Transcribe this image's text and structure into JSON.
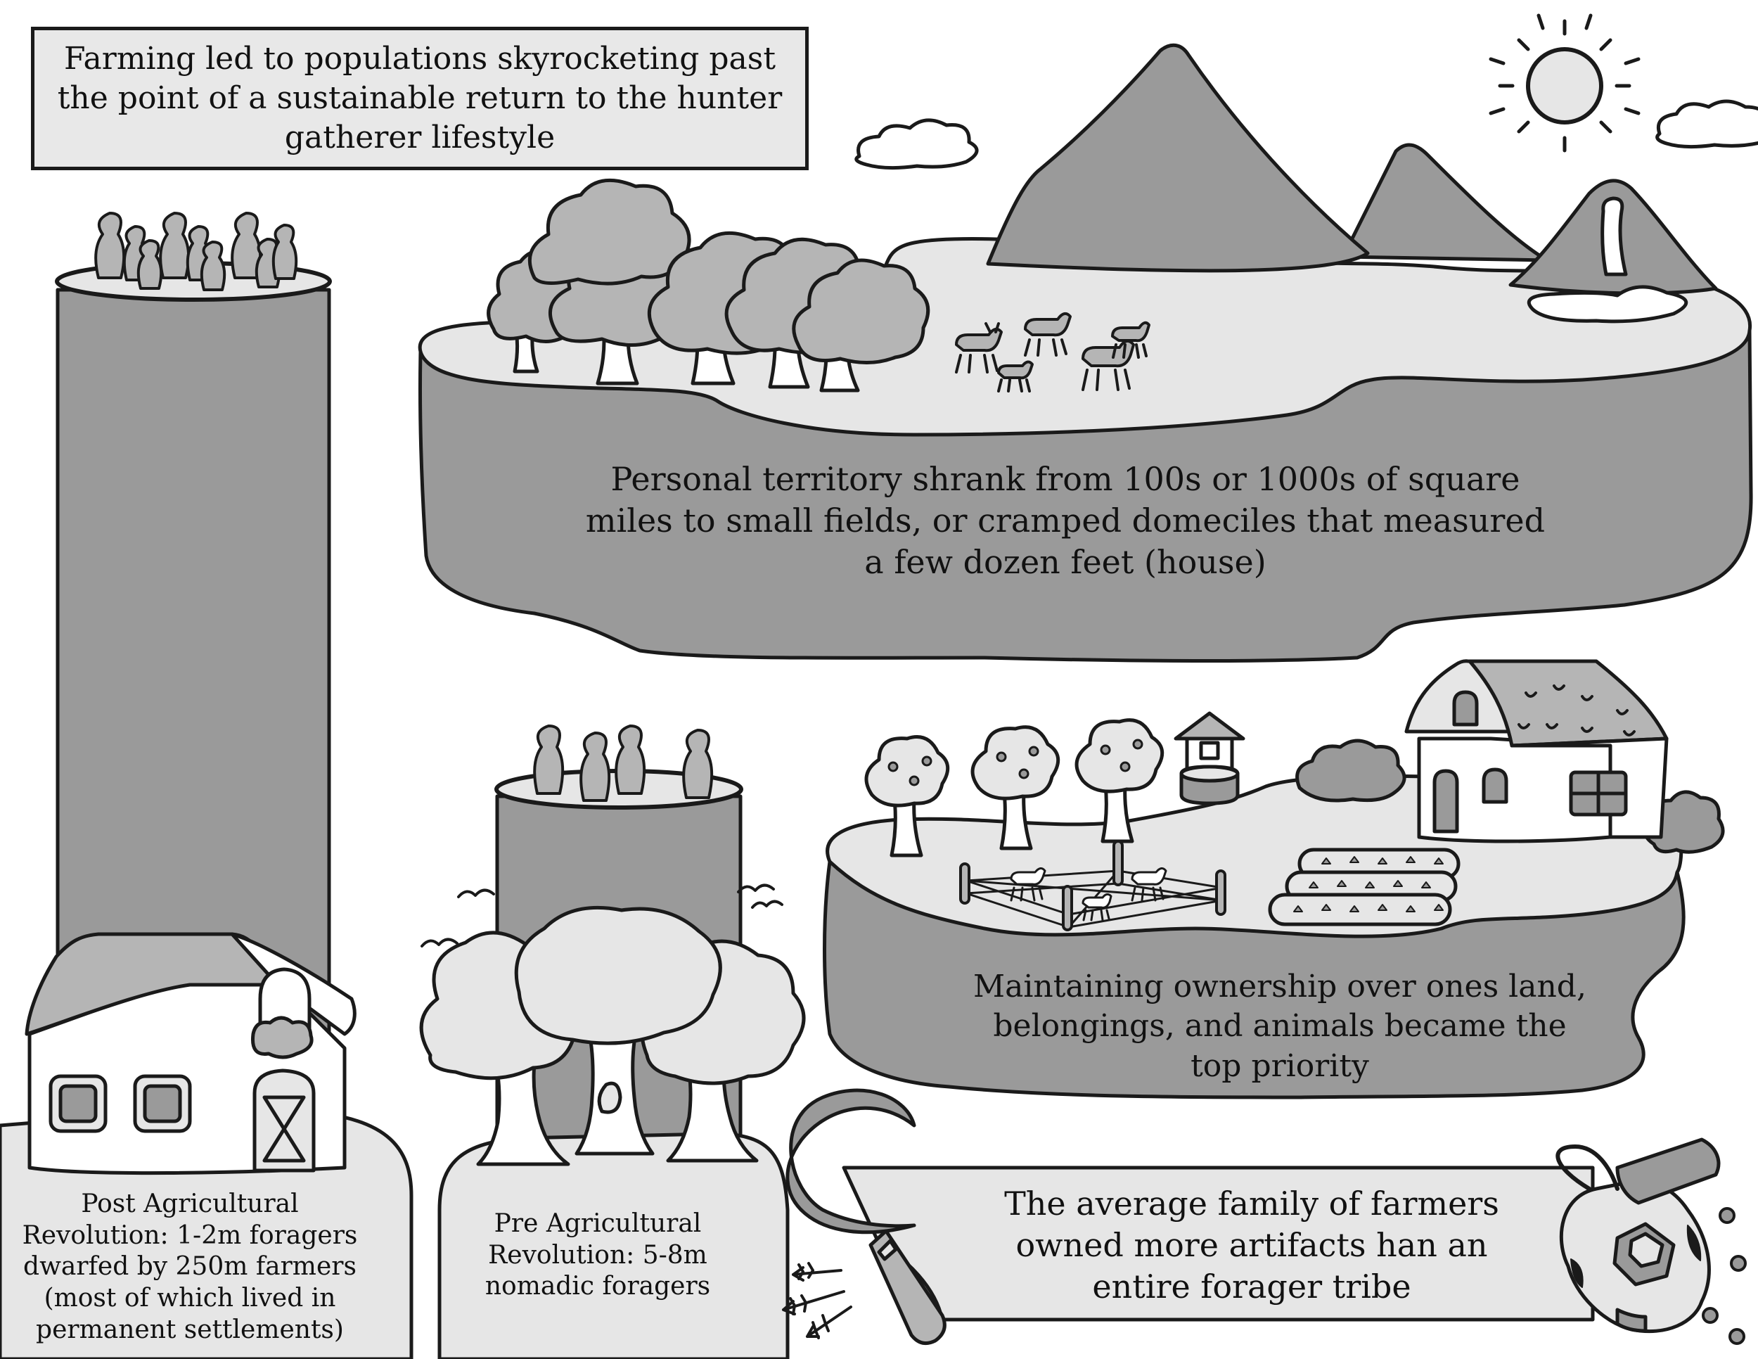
{
  "title": "Farming led to populations skyrocketing past\nthe point of a sustainable return to the hunter\ngatherer lifestyle",
  "captions": {
    "territory": "Personal territory shrank from 100s or 1000s of square\nmiles to small fields, or cramped domeciles that measured\na few dozen feet (house)",
    "ownership": "Maintaining ownership over ones land,\nbelongings, and animals became the\ntop priority",
    "artifacts": "The average family of farmers\nowned more artifacts han an\nentire forager tribe",
    "post_agricultural": "Post Agricultural\nRevolution: 1-2m foragers\ndwarfed by 250m farmers\n(most of which lived in\npermanent settlements)",
    "pre_agricultural": "Pre Agricultural\nRevolution: 5-8m\nnomadic foragers"
  },
  "colors": {
    "ink": "#1a1a1a",
    "dark_gray": "#9a9a9a",
    "mid_gray": "#b5b5b5",
    "light_gray": "#e6e6e6",
    "white": "#ffffff"
  },
  "icons": [
    "sun-icon",
    "cloud-icon",
    "mountain-icon",
    "volcano-icon",
    "tree-icon",
    "goat-icon",
    "house-icon",
    "barn-icon",
    "well-icon",
    "fence-icon",
    "crop-row-icon",
    "sickle-icon",
    "jug-icon",
    "arrow-icon",
    "bird-icon",
    "person-icon"
  ]
}
